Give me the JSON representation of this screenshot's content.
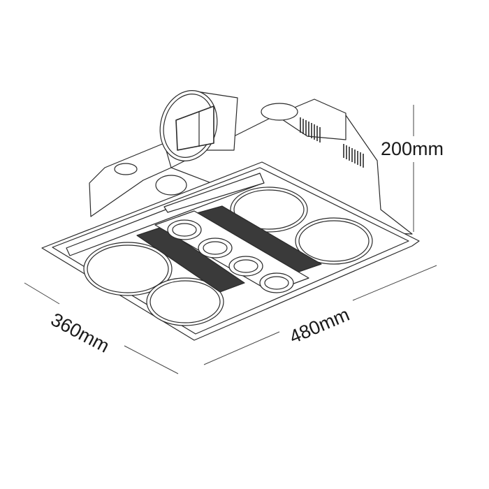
{
  "diagram": {
    "subject": "Ceiling exhaust fan with heat lamps and LED lights",
    "dimensions": {
      "height": "200mm",
      "depth": "360mm",
      "width": "480mm"
    },
    "components": {
      "heat_lamps": 4,
      "led_lights": 4,
      "vent_grilles": 2,
      "duct_outlet": 1
    },
    "line_color": "#2a2a2a",
    "background": "#ffffff"
  }
}
